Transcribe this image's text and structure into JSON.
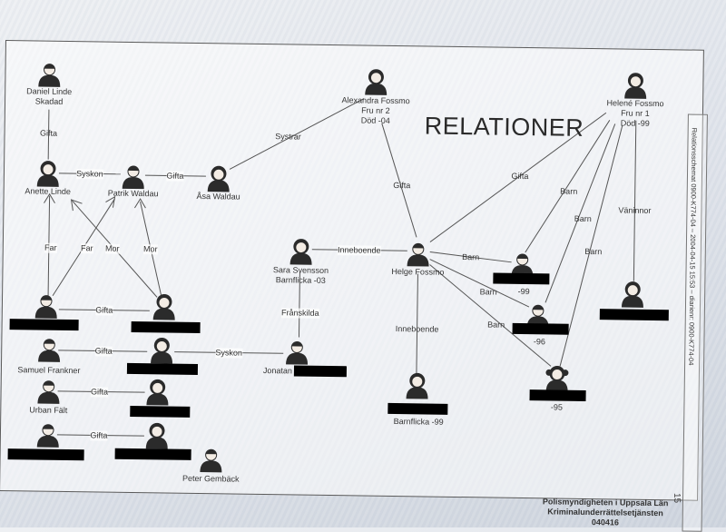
{
  "title": "RELATIONER",
  "stamp": "Relationsschemat 0900-K774-04 – 2004-04-15 15:53 – diarienr: 0900-K774-04",
  "footer": {
    "line1": "Polismyndigheten i Uppsala Län",
    "line2": "Kriminalunderrättelsetjänsten",
    "line3": "040416"
  },
  "page_number": "15",
  "people": {
    "daniel_linde": {
      "name": "Daniel Linde",
      "note": "Skadad"
    },
    "anette_linde": {
      "name": "Anette Linde"
    },
    "patrik_waldau": {
      "name": "Patrik Waldau"
    },
    "asa_waldau": {
      "name": "Åsa Waldau"
    },
    "alexandra_fossmo": {
      "name": "Alexandra Fossmo",
      "note": "Fru nr 2",
      "note2": "Död -04"
    },
    "helene_fossmo": {
      "name": "Helené Fossmo",
      "note": "Fru nr 1",
      "note2": "Död -99"
    },
    "sara_svensson": {
      "name": "Sara Svensson",
      "note": "Barnflicka -03"
    },
    "helge_fossmo": {
      "name": "Helge Fossmo"
    },
    "child_99": {
      "note": "-99"
    },
    "child_96": {
      "note": "-96"
    },
    "child_95": {
      "note": "-95"
    },
    "samuel_frankner": {
      "name": "Samuel Frankner"
    },
    "jonatan": {
      "name": "Jonatan"
    },
    "urban_falt": {
      "name": "Urban Fält"
    },
    "barnflicka": {
      "name": "Barnflicka -99"
    },
    "peter_gemback": {
      "name": "Peter Gembäck"
    }
  },
  "relations": {
    "gifta": "Gifta",
    "syskon": "Syskon",
    "systrar": "Systrar",
    "far": "Far",
    "mor": "Mor",
    "barn": "Barn",
    "inneboende": "Inneboende",
    "franskilda": "Frånskilda",
    "vaninnor": "Väninnor"
  }
}
